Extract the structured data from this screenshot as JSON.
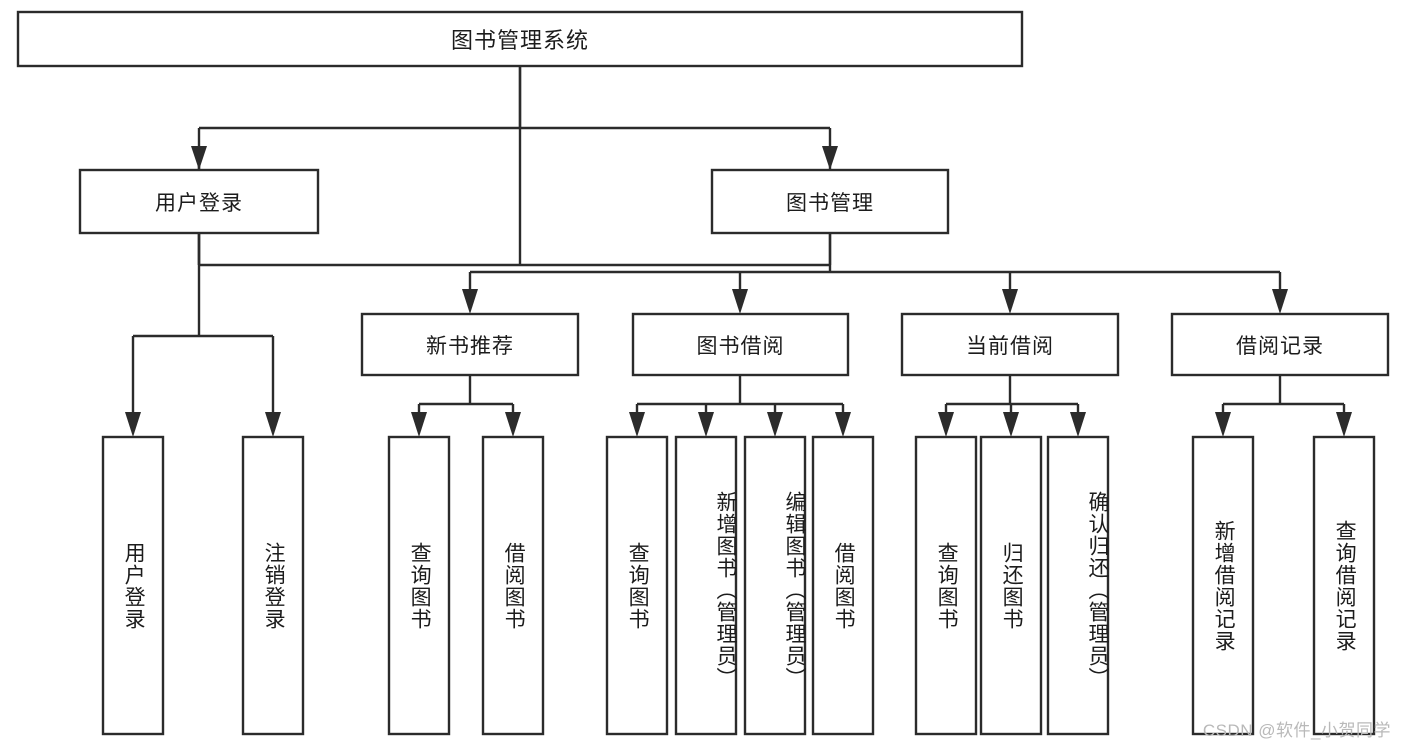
{
  "diagram": {
    "type": "tree-hierarchy-chart",
    "title": "图书管理系统",
    "orientation": "top-down",
    "watermark": "CSDN @软件_小贺同学",
    "colors": {
      "stroke": "#2b2b2b",
      "box_fill": "#ffffff",
      "text": "#1c1c1c",
      "background": "#ffffff",
      "watermark": "#b9b9b9"
    },
    "levels": {
      "level1": [
        {
          "id": "root",
          "label": "图书管理系统",
          "orientation": "horizontal"
        }
      ],
      "level2": [
        {
          "id": "user-login",
          "label": "用户登录",
          "orientation": "horizontal"
        },
        {
          "id": "book-manage",
          "label": "图书管理",
          "orientation": "horizontal"
        }
      ],
      "level3": [
        {
          "id": "new-book-rec",
          "label": "新书推荐",
          "orientation": "horizontal"
        },
        {
          "id": "book-borrow",
          "label": "图书借阅",
          "orientation": "horizontal"
        },
        {
          "id": "current-borrow",
          "label": "当前借阅",
          "orientation": "horizontal"
        },
        {
          "id": "borrow-record",
          "label": "借阅记录",
          "orientation": "horizontal"
        }
      ],
      "level4": [
        {
          "id": "leaf-user-login",
          "label": "用户登录",
          "parent": "user-login",
          "orientation": "vertical"
        },
        {
          "id": "leaf-logout",
          "label": "注销登录",
          "parent": "user-login",
          "orientation": "vertical"
        },
        {
          "id": "leaf-query-book-1",
          "label": "查询图书",
          "parent": "new-book-rec",
          "orientation": "vertical"
        },
        {
          "id": "leaf-borrow-book-1",
          "label": "借阅图书",
          "parent": "new-book-rec",
          "orientation": "vertical"
        },
        {
          "id": "leaf-query-book-2",
          "label": "查询图书",
          "parent": "book-borrow",
          "orientation": "vertical"
        },
        {
          "id": "leaf-add-book",
          "label": "新增图书（管理员）",
          "parent": "book-borrow",
          "orientation": "vertical"
        },
        {
          "id": "leaf-edit-book",
          "label": "编辑图书（管理员）",
          "parent": "book-borrow",
          "orientation": "vertical"
        },
        {
          "id": "leaf-borrow-book-2",
          "label": "借阅图书",
          "parent": "book-borrow",
          "orientation": "vertical"
        },
        {
          "id": "leaf-query-book-3",
          "label": "查询图书",
          "parent": "current-borrow",
          "orientation": "vertical"
        },
        {
          "id": "leaf-return-book",
          "label": "归还图书",
          "parent": "current-borrow",
          "orientation": "vertical"
        },
        {
          "id": "leaf-confirm-return",
          "label": "确认归还（管理员）",
          "parent": "current-borrow",
          "orientation": "vertical"
        },
        {
          "id": "leaf-add-record",
          "label": "新增借阅记录",
          "parent": "borrow-record",
          "orientation": "vertical"
        },
        {
          "id": "leaf-query-record",
          "label": "查询借阅记录",
          "parent": "borrow-record",
          "orientation": "vertical"
        }
      ]
    }
  }
}
